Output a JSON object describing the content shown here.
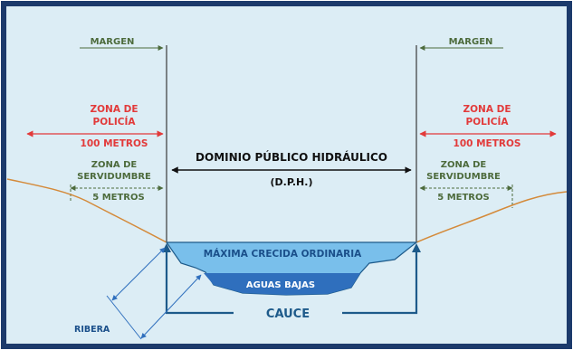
{
  "colors": {
    "frame_bg": "#dcedf5",
    "frame_border": "#1c3a6b",
    "margin_green": "#4d6b3c",
    "police_red": "#e23a3a",
    "terrain": "#d48a3a",
    "channel_navy": "#1d5a8a",
    "flood_blue": "#79bfeb",
    "low_water_blue": "#2f6fbd"
  },
  "left": {
    "margin_label": "MARGEN",
    "police_line1": "ZONA DE",
    "police_line2": "POLICÍA",
    "police_distance": "100 METROS",
    "servitude_line1": "ZONA DE",
    "servitude_line2": "SERVIDUMBRE",
    "servitude_distance": "5 METROS"
  },
  "right": {
    "margin_label": "MARGEN",
    "police_line1": "ZONA DE",
    "police_line2": "POLICÍA",
    "police_distance": "100 METROS",
    "servitude_line1": "ZONA DE",
    "servitude_line2": "SERVIDUMBRE",
    "servitude_distance": "5 METROS"
  },
  "center": {
    "dph_title": "DOMINIO PÚBLICO HIDRÁULICO",
    "dph_abbrev": "(D.P.H.)"
  },
  "river": {
    "max_flood_label": "MÁXIMA CRECIDA ORDINARIA",
    "low_water_label": "AGUAS BAJAS",
    "cauce_label": "CAUCE",
    "ribera_label": "RIBERA"
  }
}
